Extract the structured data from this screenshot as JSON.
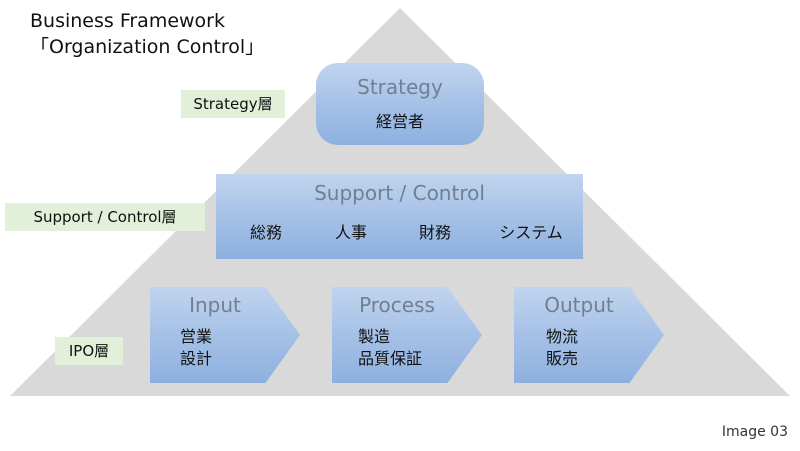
{
  "colors": {
    "pyramid": "#d9d9d9",
    "box": "#a3bfe6",
    "label_bg": "#e2efd9",
    "heading_text": "#6f7f95"
  },
  "title": {
    "line1": "Business Framework",
    "line2": "「Organization Control」"
  },
  "layer_labels": {
    "strategy": "Strategy層",
    "support": "Support / Control層",
    "ipo": "IPO層"
  },
  "strategy": {
    "heading": "Strategy",
    "items": [
      "経営者"
    ]
  },
  "support": {
    "heading": "Support / Control",
    "items": [
      "総務",
      "人事",
      "財務",
      "システム"
    ]
  },
  "ipo": [
    {
      "heading": "Input",
      "items": [
        "営業",
        "設計"
      ]
    },
    {
      "heading": "Process",
      "items": [
        "製造",
        "品質保証"
      ]
    },
    {
      "heading": "Output",
      "items": [
        "物流",
        "販売"
      ]
    }
  ],
  "caption": "Image 03"
}
